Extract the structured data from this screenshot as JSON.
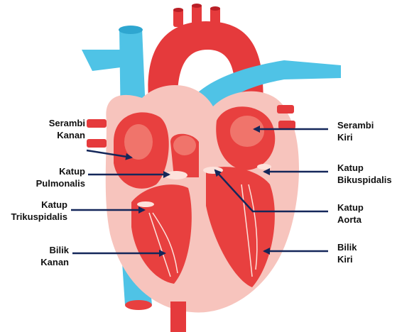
{
  "colors": {
    "vein_blue": "#4fc3e6",
    "muscle_pink": "#f7c4bd",
    "chamber_red": "#e8403f",
    "artery_red": "#e53a3c",
    "highlight": "#f48a7f",
    "valve": "#fde2dc",
    "label_line": "#14275a"
  },
  "labels": [
    {
      "id": "serambi-kanan",
      "side": "left",
      "lines": [
        "Serambi",
        "Kanan"
      ]
    },
    {
      "id": "katup-pulmonalis",
      "side": "left",
      "lines": [
        "Katup",
        "Pulmonalis"
      ]
    },
    {
      "id": "katup-trikuspidalis",
      "side": "left",
      "lines": [
        "Katup",
        "Trikuspidalis"
      ]
    },
    {
      "id": "bilik-kanan",
      "side": "left",
      "lines": [
        "Bilik",
        "Kanan"
      ]
    },
    {
      "id": "serambi-kiri",
      "side": "right",
      "lines": [
        "Serambi",
        "Kiri"
      ]
    },
    {
      "id": "katup-bikuspidalis",
      "side": "right",
      "lines": [
        "Katup",
        "Bikuspidalis"
      ]
    },
    {
      "id": "katup-aorta",
      "side": "right",
      "lines": [
        "Katup",
        "Aorta"
      ]
    },
    {
      "id": "bilik-kiri",
      "side": "right",
      "lines": [
        "Bilik",
        "Kiri"
      ]
    }
  ]
}
